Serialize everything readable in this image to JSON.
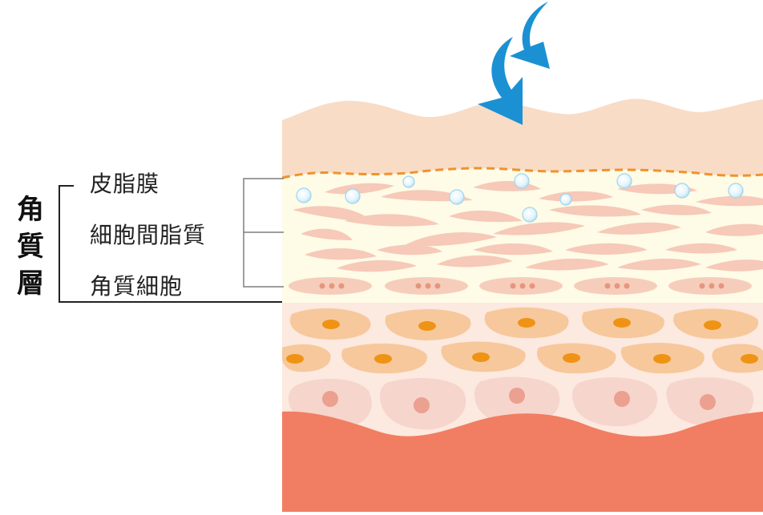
{
  "stratum": {
    "label_chars": [
      "角",
      "質",
      "層"
    ]
  },
  "layers": [
    {
      "id": "sebum",
      "label": "皮脂膜"
    },
    {
      "id": "intercellular",
      "label": "細胞間脂質"
    },
    {
      "id": "corneocyte",
      "label": "角質細胞"
    }
  ],
  "colors": {
    "arrow": "#1b91d3",
    "outer_layer": "#f9dcc6",
    "sebum_dash": "#f0922e",
    "stratum_bg": "#fefbe6",
    "lipid": "#f6c4b5",
    "corneocyte_cell": "#f6cdbb",
    "granular_cell": "#f7c89c",
    "nucleus_orange": "#ef9315",
    "spinous_cell": "#f6d5cc",
    "nucleus_pink": "#eba090",
    "dermis": "#f17e62",
    "line": "#7f7f7f",
    "bracket": "#222222"
  }
}
